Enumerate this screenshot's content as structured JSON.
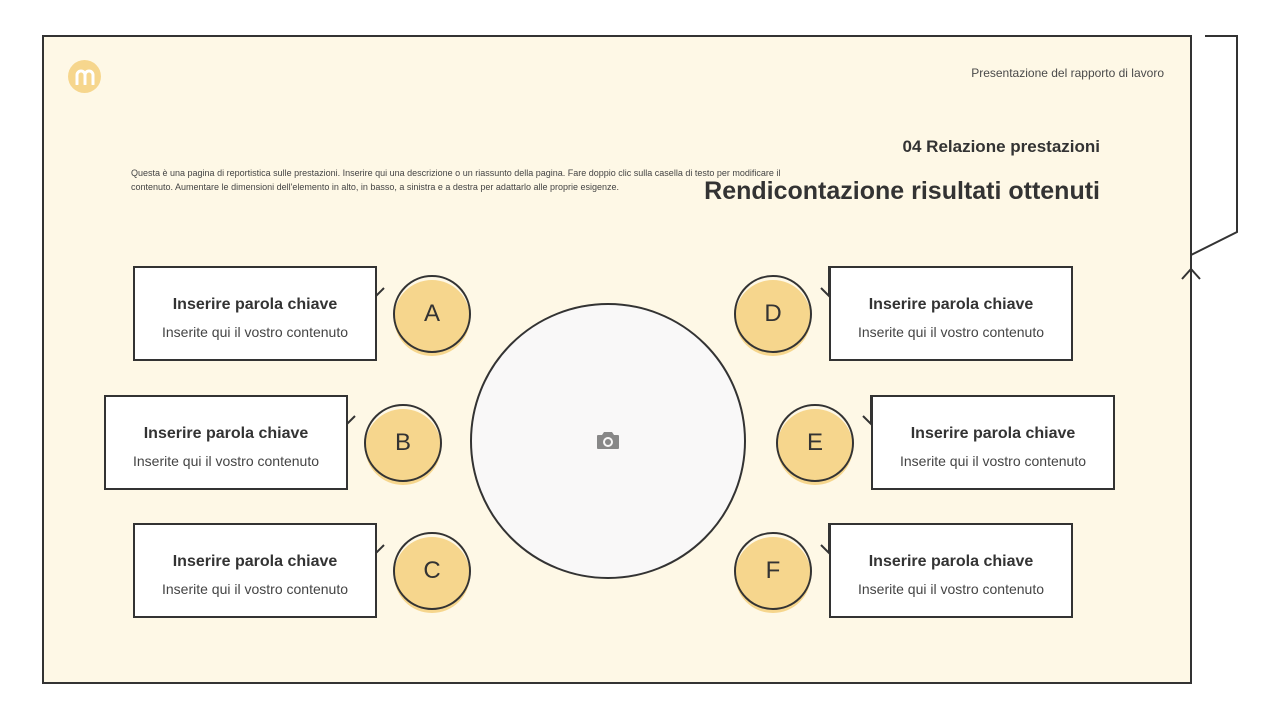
{
  "header": {
    "presentation_label": "Presentazione del rapporto di lavoro"
  },
  "section": {
    "number_title": "04 Relazione prestazioni",
    "title": "Rendicontazione risultati ottenuti"
  },
  "description": "Questa è una pagina di reportistica sulle prestazioni. Inserire qui una descrizione o un riassunto della pagina. Fare doppio clic sulla casella di testo per modificare il contenuto. Aumentare le dimensioni dell'elemento in alto, in basso, a sinistra e a destra per adattarlo alle proprie esigenze.",
  "items": [
    {
      "letter": "A",
      "keyword": "Inserire parola chiave",
      "content": "Inserite qui il vostro contenuto"
    },
    {
      "letter": "B",
      "keyword": "Inserire parola chiave",
      "content": "Inserite qui il vostro contenuto"
    },
    {
      "letter": "C",
      "keyword": "Inserire parola chiave",
      "content": "Inserite qui il vostro contenuto"
    },
    {
      "letter": "D",
      "keyword": "Inserire parola chiave",
      "content": "Inserite qui il vostro contenuto"
    },
    {
      "letter": "E",
      "keyword": "Inserire parola chiave",
      "content": "Inserite qui il vostro contenuto"
    },
    {
      "letter": "F",
      "keyword": "Inserire parola chiave",
      "content": "Inserite qui il vostro contenuto"
    }
  ],
  "icons": {
    "logo": "logo-m-icon",
    "photo": "camera-icon"
  },
  "colors": {
    "background": "#fef8e6",
    "accent": "#f6d68d",
    "stroke": "#333333"
  }
}
